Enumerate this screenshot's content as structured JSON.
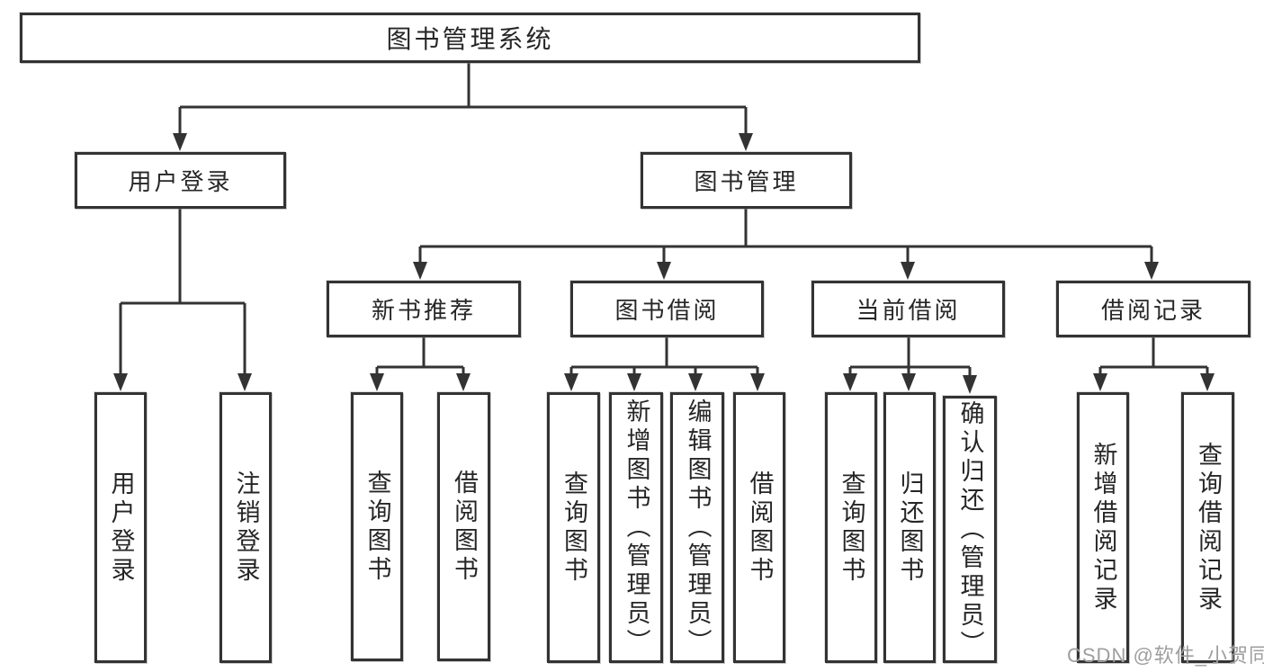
{
  "diagram": {
    "root": {
      "label": "图书管理系统"
    },
    "branches": [
      {
        "label": "用户登录",
        "children": [
          {
            "label": "用户登录"
          },
          {
            "label": "注销登录"
          }
        ]
      },
      {
        "label": "图书管理",
        "children": [
          {
            "label": "新书推荐",
            "children": [
              {
                "label": "查询图书"
              },
              {
                "label": "借阅图书"
              }
            ]
          },
          {
            "label": "图书借阅",
            "children": [
              {
                "label": "查询图书"
              },
              {
                "label": "新增图书（管理员）"
              },
              {
                "label": "编辑图书（管理员）"
              },
              {
                "label": "借阅图书"
              }
            ]
          },
          {
            "label": "当前借阅",
            "children": [
              {
                "label": "查询图书"
              },
              {
                "label": "归还图书"
              },
              {
                "label": "确认归还（管理员）"
              }
            ]
          },
          {
            "label": "借阅记录",
            "children": [
              {
                "label": "新增借阅记录"
              },
              {
                "label": "查询借阅记录"
              }
            ]
          }
        ]
      }
    ],
    "watermark": "CSDN @软件_小贺同学",
    "colors": {
      "line": "#333333",
      "text": "#262626",
      "watermark": "#9e9e9e",
      "background": "#ffffff"
    }
  }
}
